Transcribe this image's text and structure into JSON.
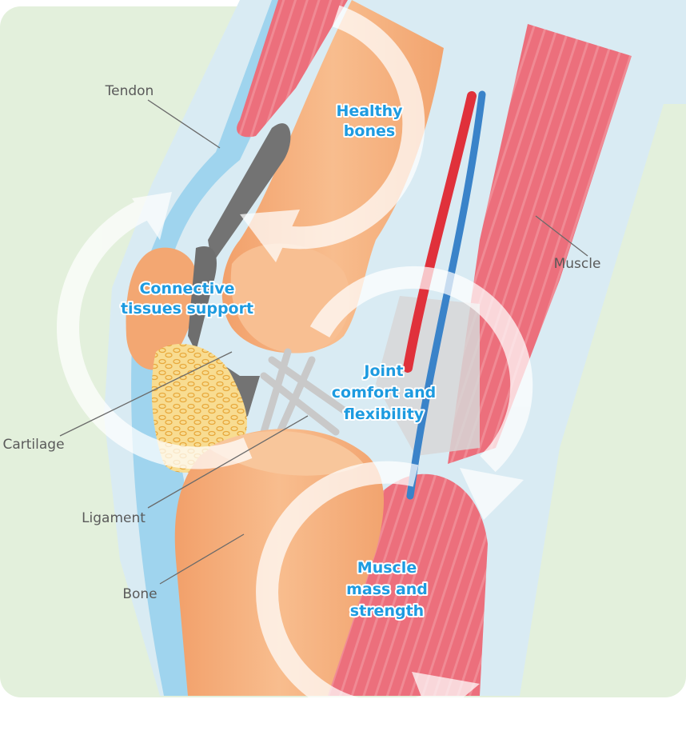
{
  "labels": {
    "tendon": "Tendon",
    "muscle": "Muscle",
    "cartilage": "Cartilage",
    "ligament": "Ligament",
    "bone": "Bone"
  },
  "benefits": {
    "healthy_bones_1": "Healthy",
    "healthy_bones_2": "bones",
    "connective_1": "Connective",
    "connective_2": "tissues support",
    "joint_1": "Joint",
    "joint_2": "comfort and",
    "joint_3": "flexibility",
    "muscle_1": "Muscle",
    "muscle_2": "mass and",
    "muscle_3": "strength"
  },
  "colors": {
    "background": "#e3f0dc",
    "skin": "#d9ebf3",
    "tendon": "#9fd4ee",
    "bone": "#f6b383",
    "bone_dark": "#e98f57",
    "muscle": "#ec6f7c",
    "cartilage": "#737373",
    "ligament": "#c7c7c7",
    "fat": "#f7d98a",
    "artery": "#e0313b",
    "vein": "#3a83c9",
    "benefit_text": "#1e9be0",
    "label_text": "#5a5a5a"
  }
}
